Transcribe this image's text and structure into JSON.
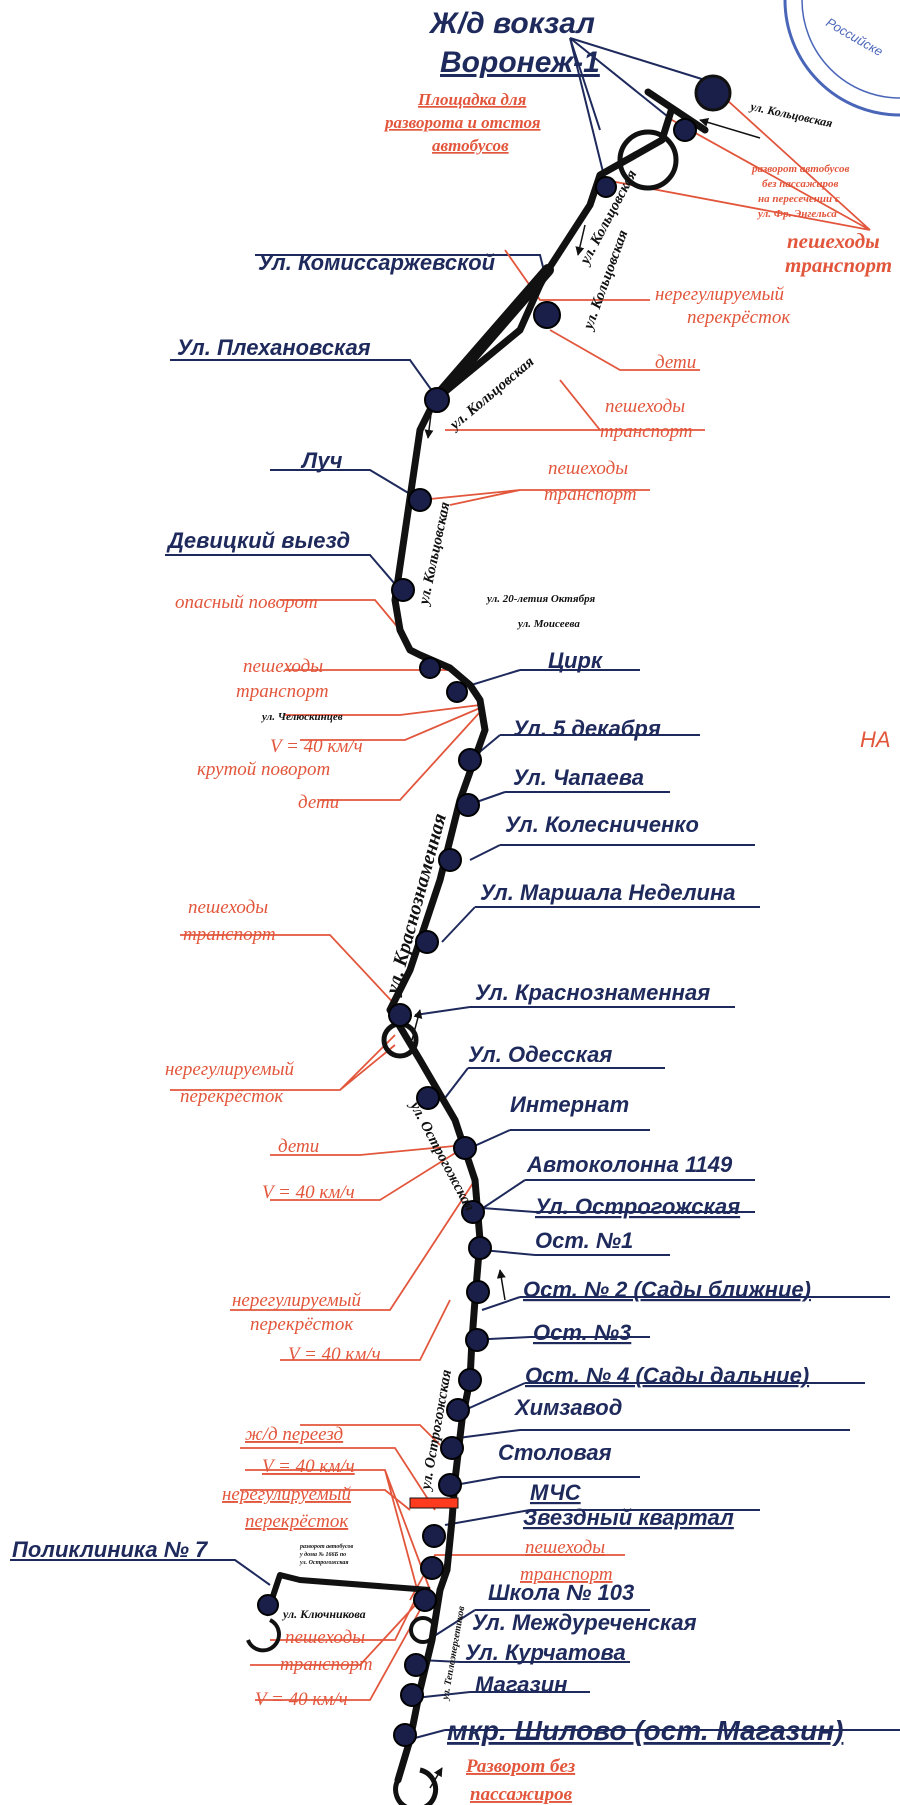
{
  "title": {
    "line1": "Ж/д вокзал",
    "line2": "Воронеж-1"
  },
  "terminal_note": [
    "Площадка для",
    "разворота и отстоя",
    "автобусов"
  ],
  "u_turn_note": [
    "разворот автобусов",
    "без пассажиров",
    "на пересечении с",
    "ул. Фр. Энгельса"
  ],
  "end_note": [
    "Разворот без",
    "пассажиров"
  ],
  "side_fragment": "НА",
  "stamp_text": "Российске",
  "polyclinic_note": [
    "разворот автобусов",
    "у дома № 166Б по",
    "ул. Острогожская"
  ],
  "streets": {
    "koltsovskaya_top": "ул. Кольцовская",
    "koltsovskaya_a": "ул. Кольцовская",
    "koltsovskaya_b": "ул. Кольцовская",
    "koltsovskaya_c": "ул. Кольцовская",
    "koltsovskaya_d": "ул. Кольцовская",
    "oct20": "ул. 20-летия Октября",
    "moiseeva": "ул. Моисеева",
    "chelyuskintsev": "ул. Челюскинцев",
    "krasnoznamennaya": "ул. Краснознаменная",
    "ostrogozhskaya_a": "ул. Острогожская",
    "ostrogozhskaya_b": "ул. Острогожская",
    "klyuchnikova": "ул. Ключникова",
    "teploenergetikov": "ул. Теплоэнергетиков"
  },
  "stops": [
    "Ул. Комиссаржевской",
    "Ул. Плехановская",
    "Луч",
    "Девицкий выезд",
    "Цирк",
    "Ул. 5 декабря",
    "Ул. Чапаева",
    "Ул. Колесниченко",
    "Ул. Маршала Неделина",
    "Ул. Краснознаменная",
    "Ул. Одесская",
    "Интернат",
    "Автоколонна 1149",
    "Ул. Острогожская",
    "Ост. №1",
    "Ост. № 2 (Сады ближние)",
    "Ост. №3",
    "Ост. № 4 (Сады дальние)",
    "Химзавод",
    "Столовая",
    "МЧС",
    "Звездный квартал",
    "Поликлиника № 7",
    "Школа № 103",
    "Ул. Междуреченская",
    "Ул. Курчатова",
    "Магазин",
    "мкр. Шилово (ост. Магазин)"
  ],
  "hazards": {
    "h01": "пешеходы",
    "h02": "транспорт",
    "h03": "нерегулируемый",
    "h04": "перекрёсток",
    "h05": "дети",
    "h06": "пешеходы",
    "h07": "транспорт",
    "h08": "пешеходы",
    "h09": "транспорт",
    "h10": "опасный поворот",
    "h11": "пешеходы",
    "h12": "транспорт",
    "h13": "V = 40 км/ч",
    "h14": "крутой поворот",
    "h15": "дети",
    "h16": "пешеходы",
    "h17": "транспорт",
    "h18": "нерегулируемый",
    "h19": "перекрёсток",
    "h20": "дети",
    "h21": "V = 40 км/ч",
    "h22": "нерегулируемый",
    "h23": "перекрёсток",
    "h24": "V = 40 км/ч",
    "h25": "ж/д переезд",
    "h26": "V = 40 км/ч",
    "h27": "нерегулируемый",
    "h28": "перекрёсток",
    "h29": "пешеходы",
    "h30": "транспорт",
    "h31": "пешеходы",
    "h32": "транспорт",
    "h33": "V = 40 км/ч"
  },
  "colors": {
    "route": "#111111",
    "stop_dot": "#1a1f4a",
    "label_blue": "#1f2a5c",
    "hazard_red": "#e2563c",
    "stamp": "#4a66b8",
    "rail_crossing": "#ff3b1f"
  }
}
